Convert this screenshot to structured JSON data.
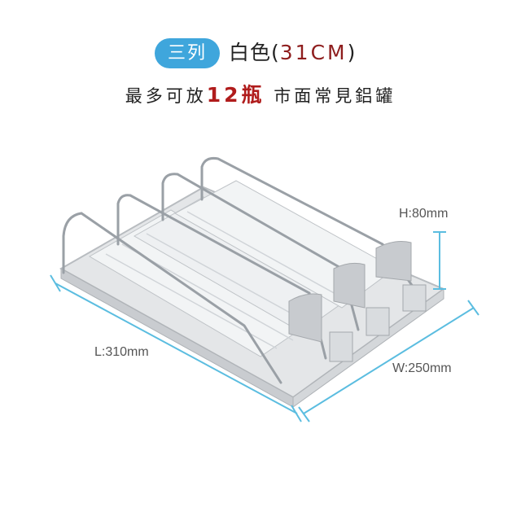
{
  "header": {
    "badge": "三列",
    "title_prefix": "白色(",
    "title_size": "31CM",
    "title_suffix": ")"
  },
  "subtitle": {
    "prefix": "最多可放",
    "count": "12瓶",
    "suffix": "市面常見鋁罐"
  },
  "dimensions": {
    "height": "H:80mm",
    "length": "L:310mm",
    "width": "W:250mm"
  },
  "colors": {
    "badge": "#3fa6dc",
    "accent_red": "#8e1d1d",
    "dimension_line": "#5bbde0"
  }
}
